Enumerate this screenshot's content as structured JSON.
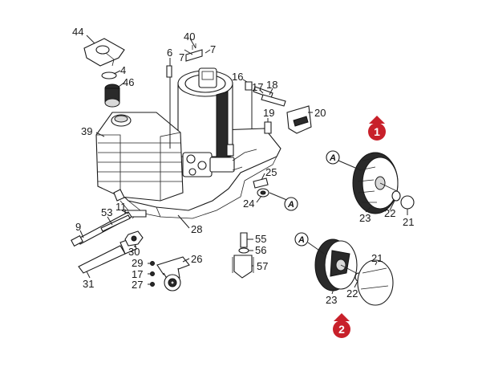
{
  "diagram": {
    "part_numbers": {
      "p44": "44",
      "p40": "40",
      "p7a": "7",
      "p7b": "7",
      "p6": "6",
      "p4": "4",
      "p46": "46",
      "p16": "16",
      "p17a": "17",
      "p18": "18",
      "p19": "19",
      "p20": "20",
      "p39": "39",
      "p25": "25",
      "p24": "24",
      "p9": "9",
      "p53": "53",
      "p11": "11",
      "p28": "28",
      "p30": "30",
      "p29": "29",
      "p17b": "17",
      "p27": "27",
      "p26": "26",
      "p31": "31",
      "p55": "55",
      "p56": "56",
      "p57": "57",
      "p23a": "23",
      "p22a": "22",
      "p21a": "21",
      "p21b": "21",
      "p22b": "22",
      "p23b": "23"
    },
    "callout_letter": "A",
    "markers": {
      "m1": "1",
      "m2": "2"
    },
    "colors": {
      "marker_fill": "#c8202a",
      "line": "#222222"
    }
  }
}
